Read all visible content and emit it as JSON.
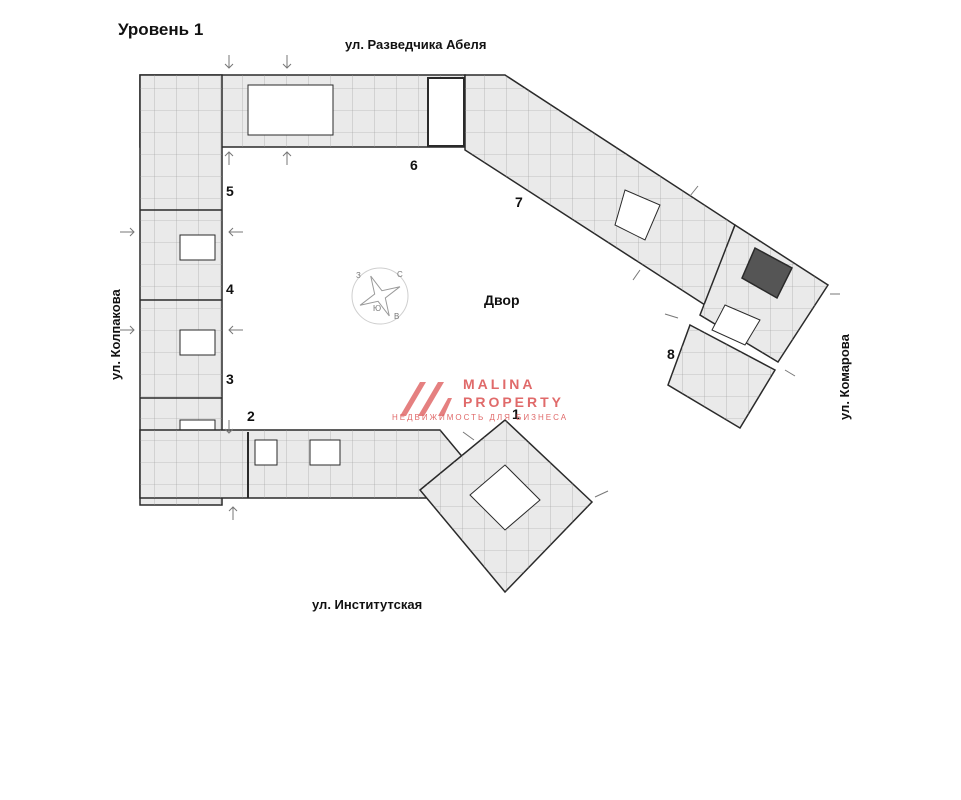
{
  "title": "Уровень 1",
  "streets": {
    "top": "ул. Разведчика Абеля",
    "bottom": "ул. Институтская",
    "left": "ул. Колпакова",
    "right": "ул. Комарова"
  },
  "courtyard_label": "Двор",
  "sections": [
    "1",
    "2",
    "3",
    "4",
    "5",
    "6",
    "7",
    "8"
  ],
  "compass": {
    "n": "С",
    "s": "Ю",
    "e": "В",
    "w": "З"
  },
  "watermark": {
    "line1": "MALINA",
    "line2": "PROPERTY",
    "tagline": "НЕДВИЖИМОСТЬ ДЛЯ БИЗНЕСА"
  },
  "colors": {
    "building_fill": "#eaeaea",
    "wall": "#2a2a2a",
    "selected_unit": "#555555",
    "watermark": "#e06a6a"
  }
}
